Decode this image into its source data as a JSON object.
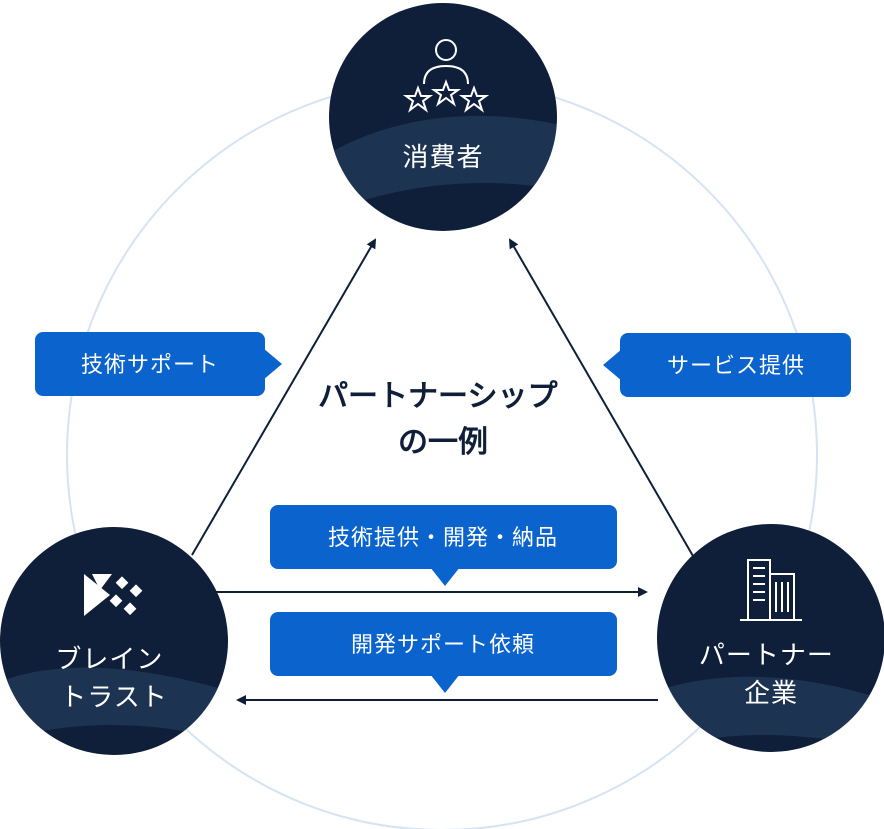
{
  "center_title": [
    "パートナーシップ",
    "の一例"
  ],
  "nodes": {
    "consumer": {
      "label": [
        "消費者"
      ],
      "icon": "person-with-stars-icon"
    },
    "brain_trust": {
      "label": [
        "ブレイン",
        "トラスト"
      ],
      "icon": "brain-trust-logo-icon"
    },
    "partner": {
      "label": [
        "パートナー",
        "企業"
      ],
      "icon": "office-building-icon"
    }
  },
  "tags": {
    "tech_support": "技術サポート",
    "service_provision": "サービス提供",
    "tech_dev_delivery": "技術提供・開発・納品",
    "dev_support_request": "開発サポート依頼"
  },
  "colors": {
    "node_fill": "#0f1f3a",
    "tag_fill": "#0b63ce",
    "ring": "#d5e3f3",
    "arrow": "#0f1f3a"
  }
}
